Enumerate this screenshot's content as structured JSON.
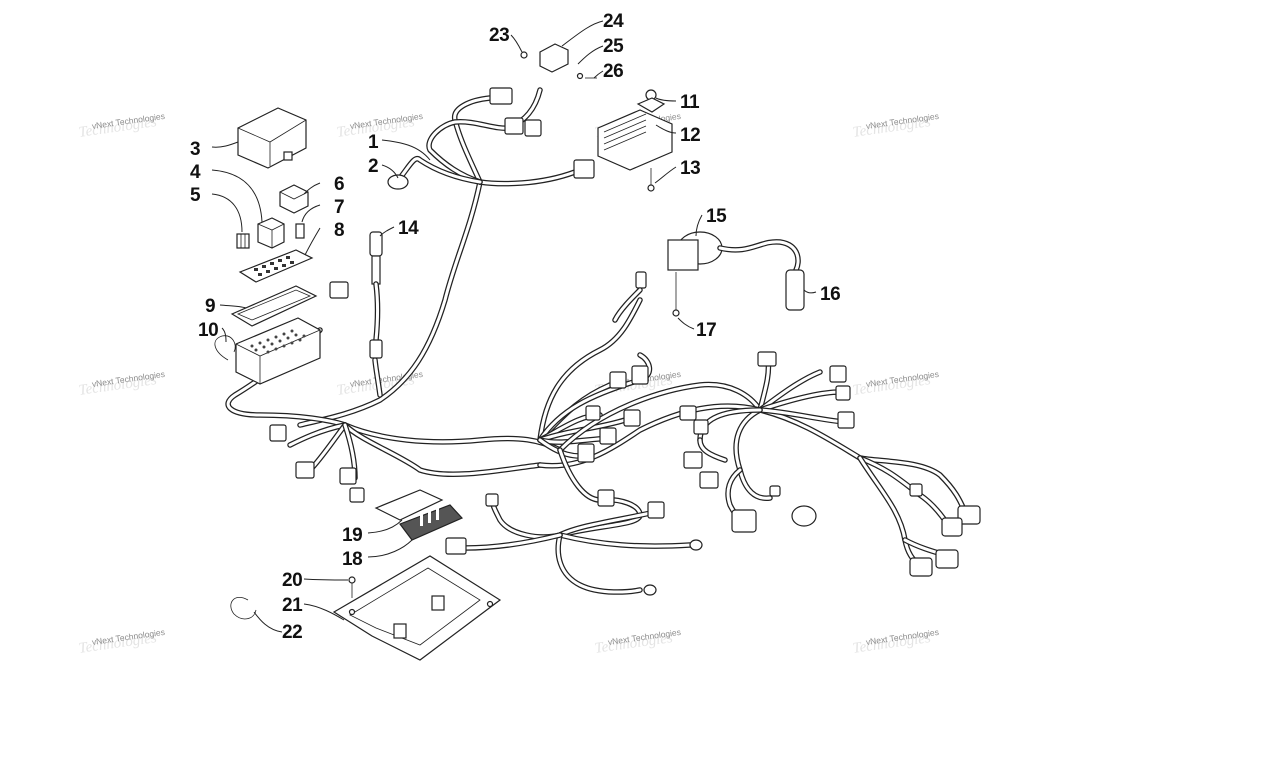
{
  "watermark": "vNext Technologies",
  "callouts": [
    {
      "id": "1",
      "label": "1"
    },
    {
      "id": "2",
      "label": "2"
    },
    {
      "id": "3",
      "label": "3"
    },
    {
      "id": "4",
      "label": "4"
    },
    {
      "id": "5",
      "label": "5"
    },
    {
      "id": "6",
      "label": "6"
    },
    {
      "id": "7",
      "label": "7"
    },
    {
      "id": "8",
      "label": "8"
    },
    {
      "id": "9",
      "label": "9"
    },
    {
      "id": "10",
      "label": "10"
    },
    {
      "id": "11",
      "label": "11"
    },
    {
      "id": "12",
      "label": "12"
    },
    {
      "id": "13",
      "label": "13"
    },
    {
      "id": "14",
      "label": "14"
    },
    {
      "id": "15",
      "label": "15"
    },
    {
      "id": "16",
      "label": "16"
    },
    {
      "id": "17",
      "label": "17"
    },
    {
      "id": "18",
      "label": "18"
    },
    {
      "id": "19",
      "label": "19"
    },
    {
      "id": "20",
      "label": "20"
    },
    {
      "id": "21",
      "label": "21"
    },
    {
      "id": "22",
      "label": "22"
    },
    {
      "id": "23",
      "label": "23"
    },
    {
      "id": "24",
      "label": "24"
    },
    {
      "id": "25",
      "label": "25"
    },
    {
      "id": "26",
      "label": "26"
    }
  ]
}
